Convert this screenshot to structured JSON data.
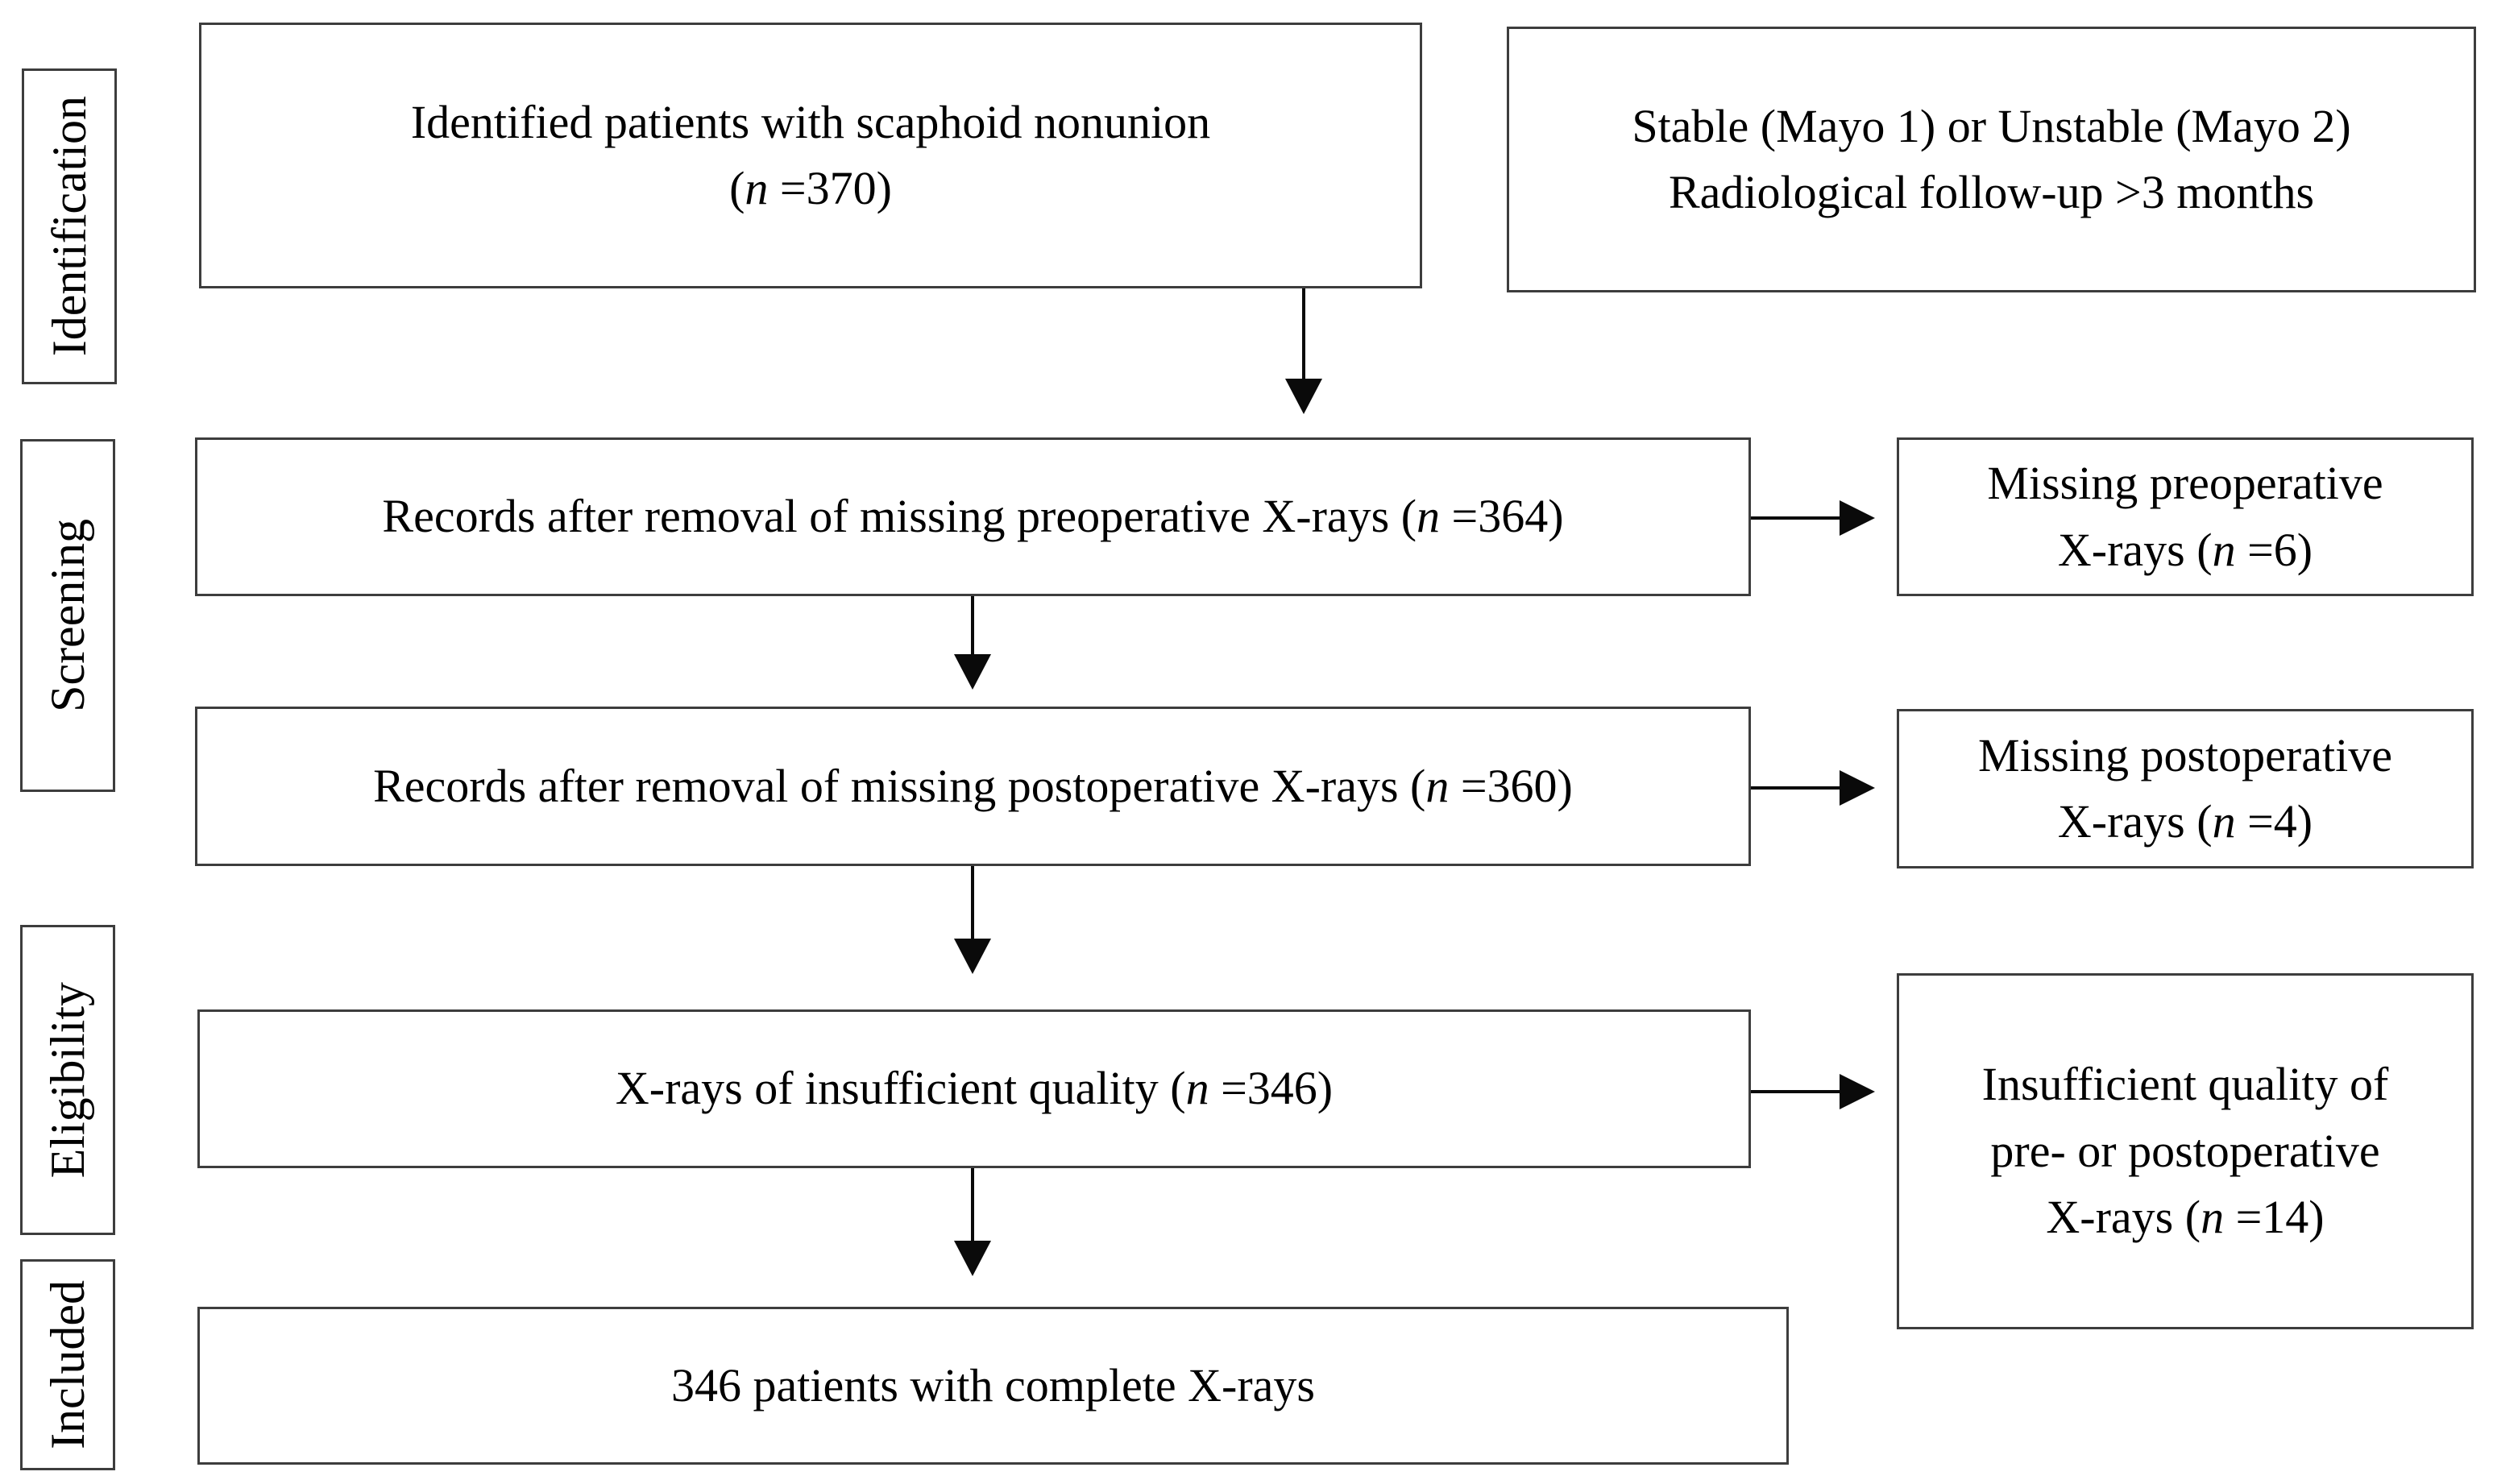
{
  "flowchart": {
    "stages": [
      {
        "label": "Identification"
      },
      {
        "label": "Screening"
      },
      {
        "label": "Eligibility"
      },
      {
        "label": "Included"
      }
    ],
    "boxes": {
      "identified": {
        "line1": "Identified patients with scaphoid nonunion",
        "n_open": "(",
        "n_italic": "n",
        "n_rest": " =370)"
      },
      "criteria": {
        "line1": "Stable (Mayo 1) or Unstable (Mayo 2)",
        "line2": "Radiological follow-up >3 months"
      },
      "records_preop": {
        "text": "Records after removal of missing preoperative X-rays ",
        "n_open": "(",
        "n_italic": "n",
        "n_rest": " =364)"
      },
      "records_postop": {
        "text": "Records after removal of missing postoperative X-rays ",
        "n_open": "(",
        "n_italic": "n",
        "n_rest": " =360)"
      },
      "insufficient_quality": {
        "text": "X-rays of insufficient quality ",
        "n_open": "(",
        "n_italic": "n",
        "n_rest": " =346)"
      },
      "included_final": {
        "text": "346 patients with complete X-rays"
      },
      "missing_preop": {
        "line1": "Missing preoperative",
        "line2": "X-rays ",
        "n_open": "(",
        "n_italic": "n",
        "n_rest": " =6)"
      },
      "missing_postop": {
        "line1": "Missing postoperative",
        "line2": "X-rays ",
        "n_open": "(",
        "n_italic": "n",
        "n_rest": " =4)"
      },
      "insufficient_excluded": {
        "line1": "Insufficient quality of",
        "line2": "pre- or postoperative",
        "line3": "X-rays ",
        "n_open": "(",
        "n_italic": "n",
        "n_rest": " =14)"
      }
    },
    "colors": {
      "box_border": "#3d3d3d",
      "text": "#000000",
      "arrow": "#0a0a0a",
      "background": "#ffffff"
    }
  }
}
